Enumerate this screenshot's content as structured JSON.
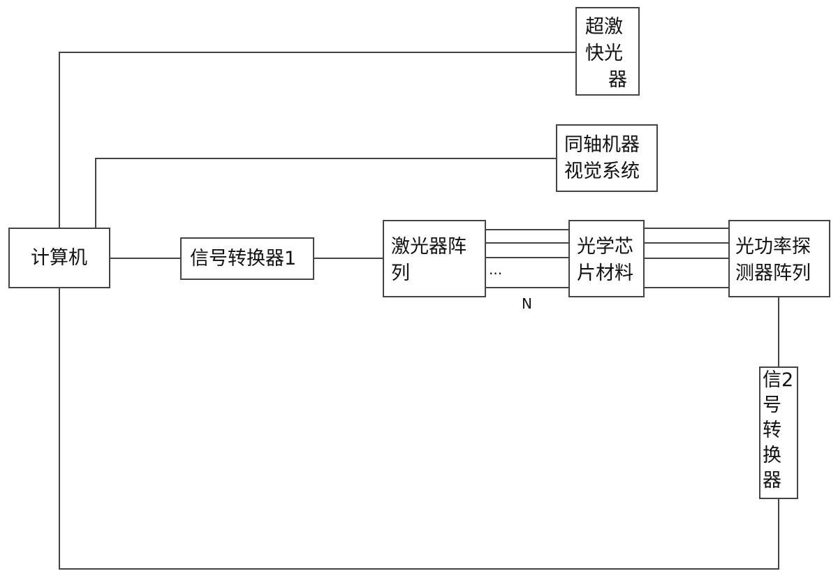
{
  "blocks": {
    "ultrafast_laser": {
      "lines": [
        "超激",
        "快光",
        "器"
      ]
    },
    "coaxial_vision": {
      "lines": [
        "同轴机器",
        "视觉系统"
      ]
    },
    "computer": {
      "lines": [
        "计算机"
      ]
    },
    "signal_converter_1": {
      "lines": [
        "信号转换器1"
      ]
    },
    "laser_array": {
      "lines": [
        "激光器阵",
        "列"
      ]
    },
    "optical_chip_material": {
      "lines": [
        "光学芯",
        "片材料"
      ]
    },
    "power_detector_array": {
      "lines": [
        "光功率探",
        "测器阵列"
      ]
    },
    "signal_converter_2": {
      "lines": [
        "信2",
        "号",
        "转",
        "换",
        "器"
      ]
    }
  },
  "labels": {
    "channel_ellipsis": "···",
    "channel_count": "N"
  }
}
